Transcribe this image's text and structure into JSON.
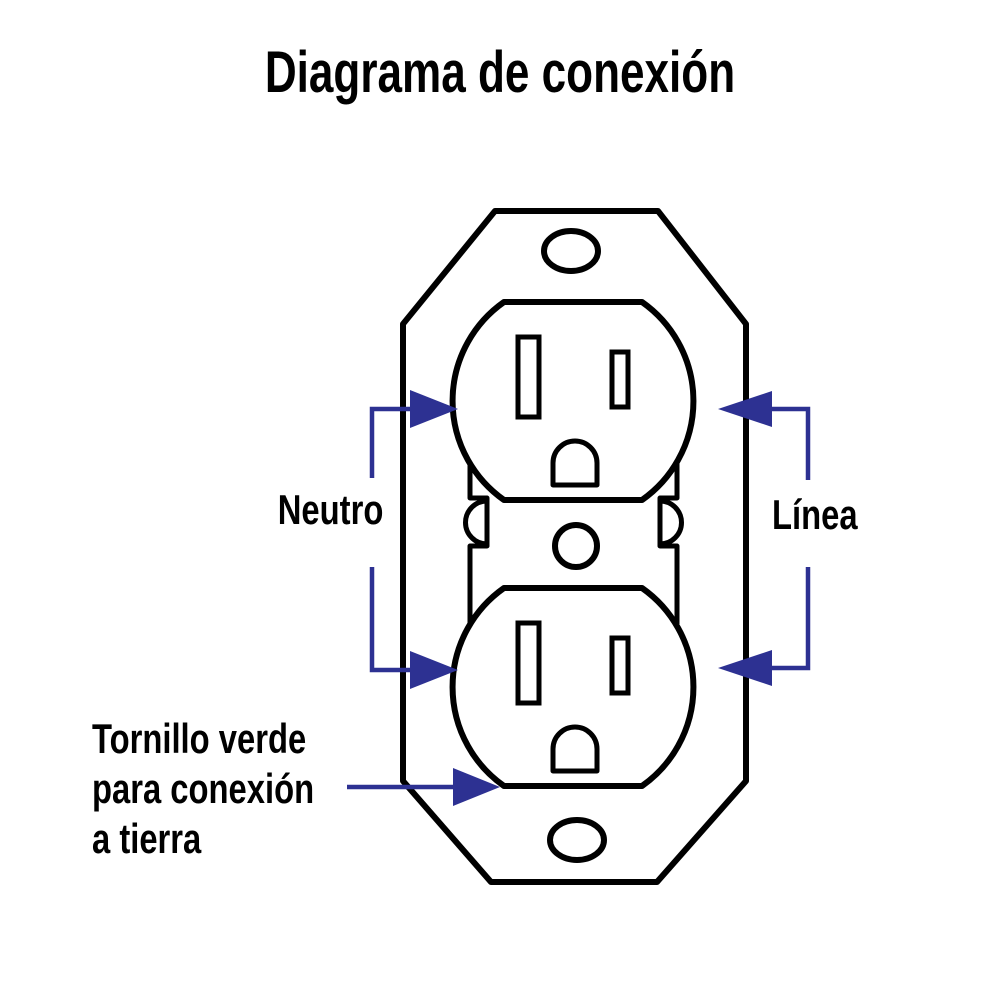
{
  "title": "Diagrama de conexión",
  "labels": {
    "neutral": "Neutro",
    "line": "Línea",
    "ground": {
      "lines": [
        "Tornillo verde",
        "para conexión",
        "a tierra"
      ]
    }
  },
  "colors": {
    "ink": "#000000",
    "arrow_blue": "#2d3192",
    "background": "#ffffff"
  },
  "figure": {
    "subject": "duplex-electrical-receptacle-front-view",
    "parts": [
      "mounting-plate-octagon",
      "mounting-hole-top",
      "mounting-hole-bottom",
      "receptacle-face-upper",
      "receptacle-face-lower",
      "neutral-slot-upper",
      "line-slot-upper",
      "ground-hole-upper",
      "neutral-slot-lower",
      "line-slot-lower",
      "ground-hole-lower",
      "center-screw",
      "break-off-tab-left",
      "break-off-tab-right"
    ]
  }
}
